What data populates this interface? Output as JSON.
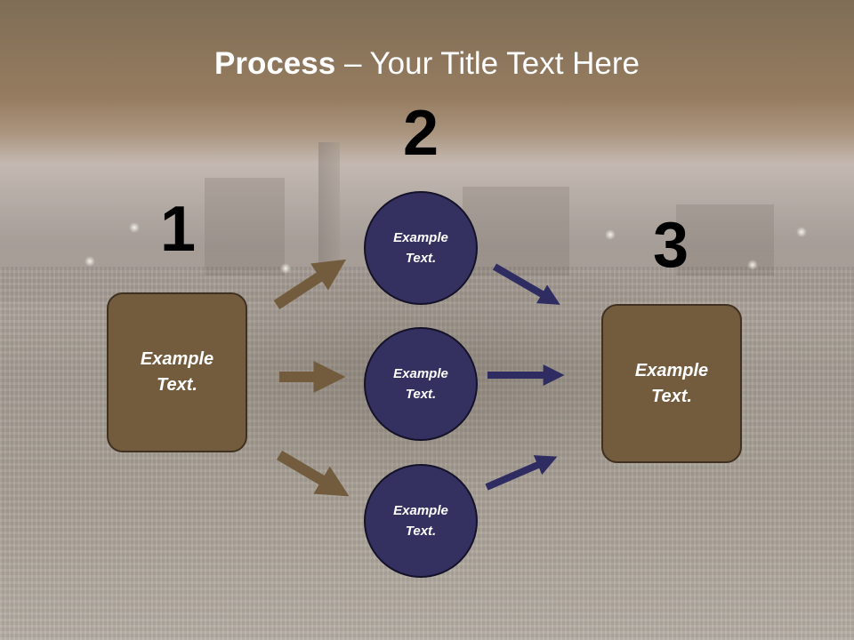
{
  "title": {
    "bold": "Process",
    "rest": " – Your Title Text Here"
  },
  "steps": [
    {
      "number": "1",
      "text": "Example\nText."
    },
    {
      "number": "2",
      "texts": [
        "Example\nText.",
        "Example\nText.",
        "Example\nText."
      ]
    },
    {
      "number": "3",
      "text": "Example\nText."
    }
  ],
  "colors": {
    "box_fill": "#735c3e",
    "circle_fill": "#343060",
    "arrow_brown": "#735c3e",
    "arrow_navy": "#2f2c62",
    "title_band": "#6e5a40"
  }
}
